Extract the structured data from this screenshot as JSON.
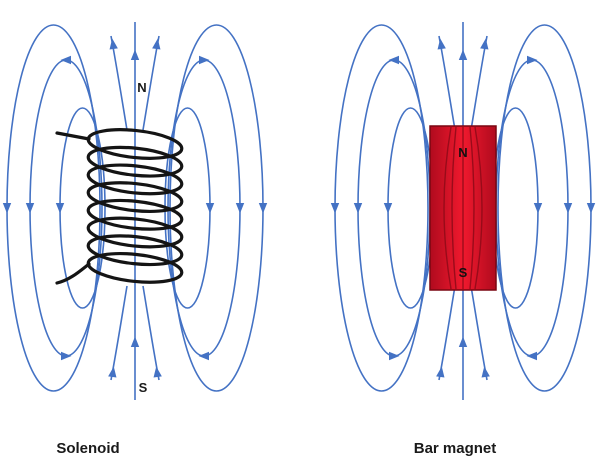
{
  "panels": {
    "solenoid": {
      "pole_top": "N",
      "pole_bottom": "S",
      "caption": "Solenoid"
    },
    "bar_magnet": {
      "pole_top": "N",
      "pole_bottom": "S",
      "caption": "Bar magnet"
    }
  },
  "colors": {
    "field_line": "#4472C4",
    "coil": "#141414",
    "magnet_fill_edge": "#b00b1e",
    "magnet_fill_center": "#f0192e",
    "magnet_border": "#7a0712",
    "magnet_inner_line": "#8f0a18",
    "text": "#1a1a1a"
  }
}
